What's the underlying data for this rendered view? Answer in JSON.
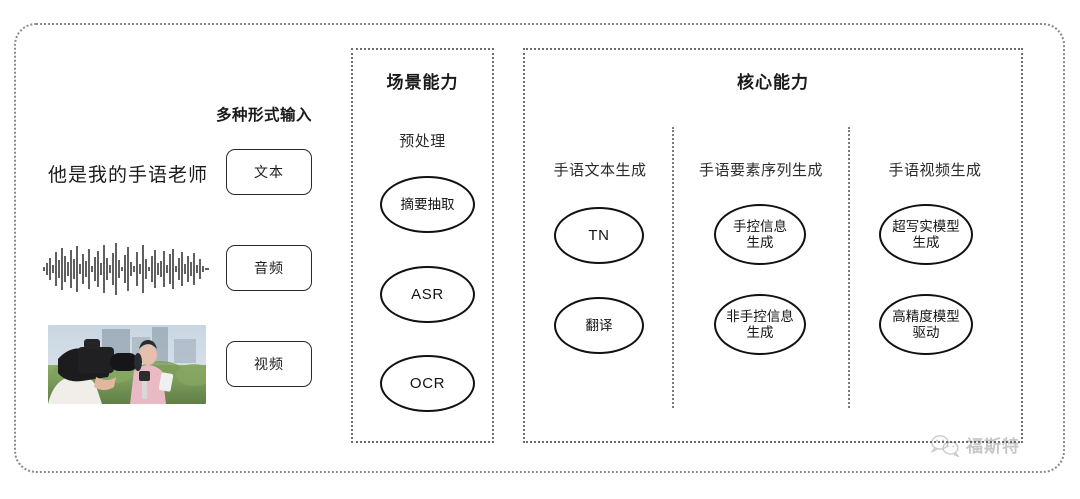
{
  "diagram": {
    "title_hidden": "",
    "input_section": {
      "heading": "多种形式输入",
      "sample_sentence": "他是我的手语老师",
      "modalities": [
        {
          "label": "文本",
          "icon": "text-icon"
        },
        {
          "label": "音频",
          "icon": "audio-waveform-icon"
        },
        {
          "label": "视频",
          "icon": "video-thumbnail-icon"
        }
      ]
    },
    "scene_panel": {
      "title": "场景能力",
      "group_label": "预处理",
      "nodes": [
        {
          "label": "摘要抽取",
          "script": "cjk"
        },
        {
          "label": "ASR",
          "script": "latin"
        },
        {
          "label": "OCR",
          "script": "latin"
        }
      ]
    },
    "core_panel": {
      "title": "核心能力",
      "columns": [
        {
          "header": "手语文本生成",
          "nodes": [
            {
              "label": "TN",
              "script": "latin"
            },
            {
              "label": "翻译",
              "script": "cjk"
            }
          ]
        },
        {
          "header": "手语要素序列生成",
          "nodes": [
            {
              "label": "手控信息\n生成",
              "script": "cjk"
            },
            {
              "label": "非手控信息\n生成",
              "script": "cjk"
            }
          ]
        },
        {
          "header": "手语视频生成",
          "nodes": [
            {
              "label": "超写实模型\n生成",
              "script": "cjk"
            },
            {
              "label": "高精度模型\n驱动",
              "script": "cjk"
            }
          ]
        }
      ]
    },
    "watermark": {
      "text": "福斯特",
      "icon": "wechat-icon"
    },
    "colors": {
      "frame_dotted": "#8a8a92",
      "panel_dotted": "#6b6b72",
      "divider_dotted": "#7a7a80",
      "node_stroke": "#111111",
      "text": "#1f1f1f",
      "background": "#ffffff"
    }
  }
}
